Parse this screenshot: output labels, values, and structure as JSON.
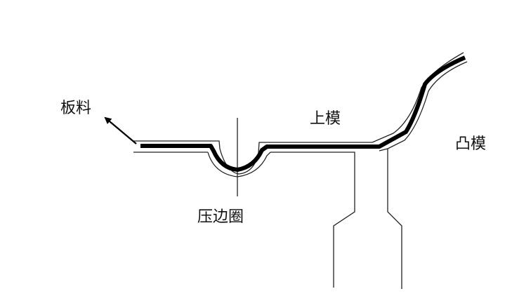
{
  "labels": {
    "sheet": "板料",
    "upper_die": "上模",
    "punch": "凸模",
    "blank_holder": "压边圈"
  }
}
